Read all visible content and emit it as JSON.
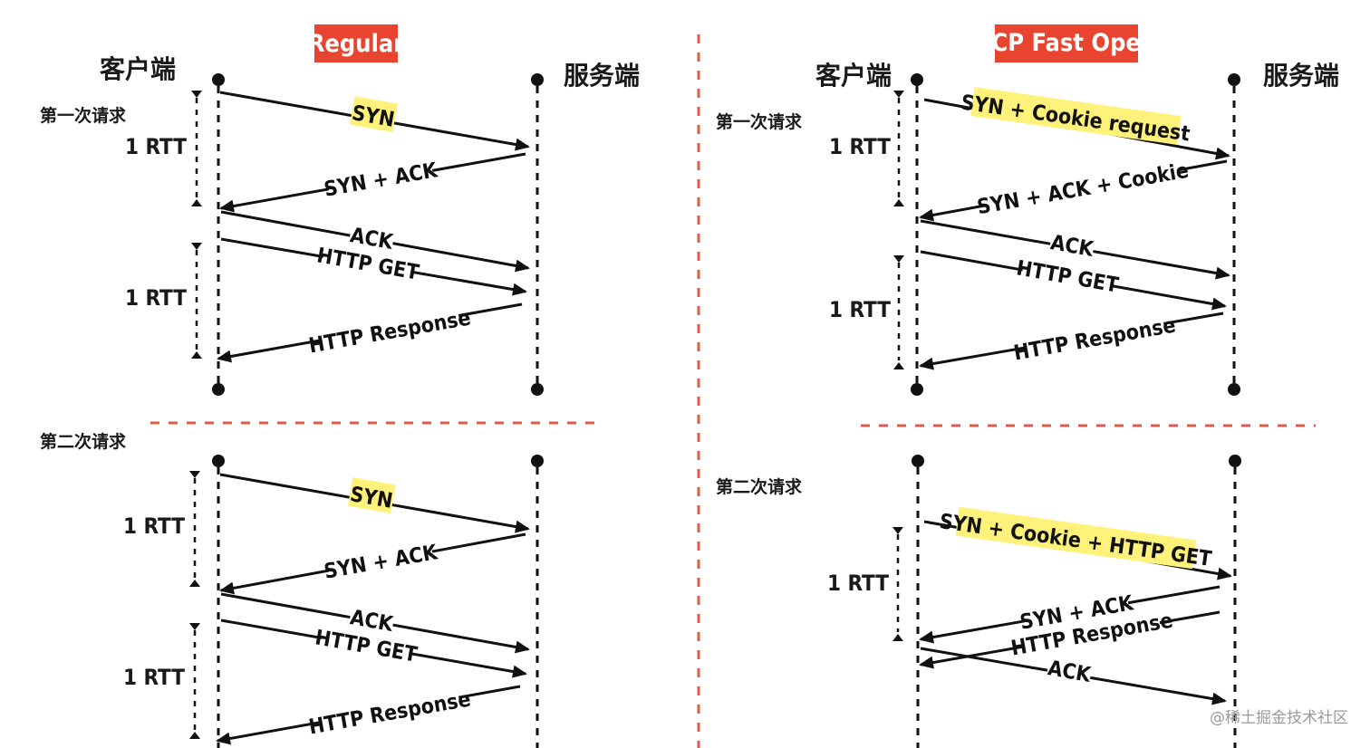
{
  "left": {
    "title": "Regular",
    "client": "客户端",
    "server": "服务端",
    "first_request": "第一次请求",
    "second_request": "第二次请求",
    "rtt": "1 RTT",
    "msgs": {
      "syn": "SYN",
      "syn_ack": "SYN + ACK",
      "ack": "ACK",
      "http_get": "HTTP GET",
      "http_response": "HTTP Response"
    }
  },
  "right": {
    "title": "TCP Fast Open",
    "client": "客户端",
    "server": "服务端",
    "first_request": "第一次请求",
    "second_request": "第二次请求",
    "rtt": "1 RTT",
    "msgs": {
      "syn_cookie_request": "SYN + Cookie request",
      "syn_ack_cookie": "SYN + ACK + Cookie",
      "ack": "ACK",
      "http_get": "HTTP GET",
      "http_response": "HTTP Response",
      "syn_cookie_get": "SYN + Cookie + HTTP GET",
      "syn_ack": "SYN + ACK",
      "http_response2": "HTTP Response",
      "ack2": "ACK"
    }
  },
  "watermark": "@稀土掘金技术社区",
  "colors": {
    "title_bg": "#e8442f",
    "highlight": "#fff27a",
    "divider": "#e45a4a"
  }
}
